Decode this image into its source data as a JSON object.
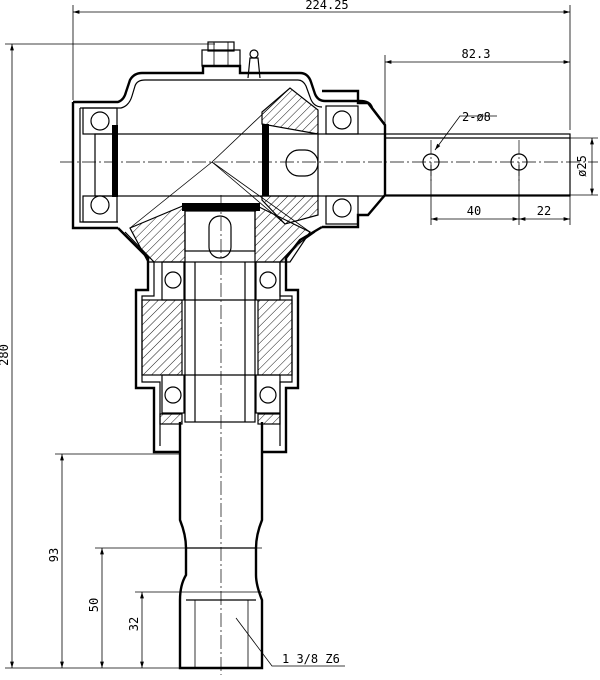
{
  "drawing": {
    "dims": {
      "total_width": "224.25",
      "offset": "82.3",
      "holes": "2-ø8",
      "diameter": "ø25",
      "hole_spacing": "40",
      "end_distance": "22",
      "height": "280",
      "shaft_93": "93",
      "shaft_50": "50",
      "shaft_32": "32"
    },
    "spline_label": "1 3/8 Z6"
  }
}
